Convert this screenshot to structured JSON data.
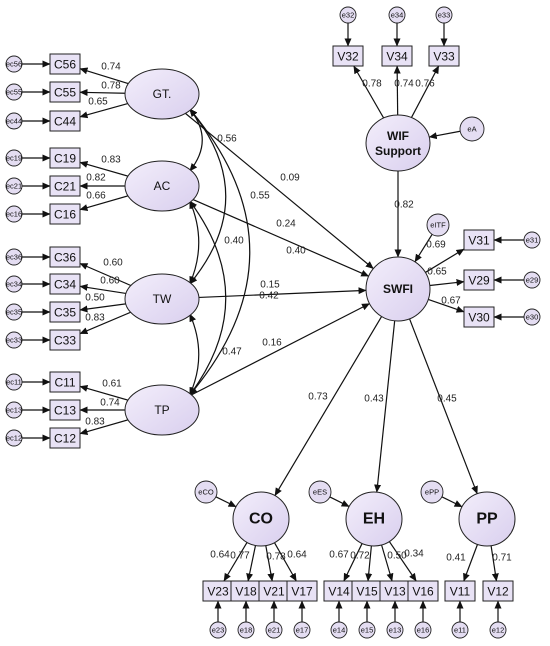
{
  "latents": {
    "GT": "GT.",
    "AC": "AC",
    "TW": "TW",
    "TP": "TP",
    "WIF": [
      "WIF",
      "Support"
    ],
    "SWFI": "SWFI",
    "CO": "CO",
    "EH": "EH",
    "PP": "PP"
  },
  "indicators": {
    "C56": "C56",
    "C55": "C55",
    "C44": "C44",
    "C19": "C19",
    "C21": "C21",
    "C16": "C16",
    "C36": "C36",
    "C34": "C34",
    "C35": "C35",
    "C33": "C33",
    "C11": "C11",
    "C13": "C13",
    "C12": "C12",
    "V32": "V32",
    "V34": "V34",
    "V33": "V33",
    "V31": "V31",
    "V29": "V29",
    "V30": "V30",
    "V23": "V23",
    "V18": "V18",
    "V21": "V21",
    "V17": "V17",
    "V14": "V14",
    "V15": "V15",
    "V13": "V13",
    "V16": "V16",
    "V11": "V11",
    "V12": "V12"
  },
  "errors": {
    "C56": "ec56",
    "C55": "ec55",
    "C44": "ec44",
    "C19": "ec19",
    "C21": "ec21",
    "C16": "ec16",
    "C36": "ec36",
    "C34": "ec34",
    "C35": "ec35",
    "C33": "ec33",
    "C11": "ec11",
    "C13": "ec13",
    "C12": "ec12",
    "V32": "e32",
    "V34": "e34",
    "V33": "e33",
    "V31": "e31",
    "V29": "e29",
    "V30": "e30",
    "V23": "e23",
    "V18": "e18",
    "V21": "e21",
    "V17": "e17",
    "V14": "e14",
    "V15": "e15",
    "V13": "e13",
    "V16": "e16",
    "V11": "e11",
    "V12": "e12",
    "eA": "eA",
    "eITF": "eITF",
    "eCO": "eCO",
    "eES": "eES",
    "ePP": "ePP"
  },
  "loadings": {
    "C56": "0.74",
    "C55": "0.78",
    "C44": "0.65",
    "C19": "0.83",
    "C21": "0.82",
    "C16": "0.66",
    "C36": "0.60",
    "C34": "0.60",
    "C35": "0.50",
    "C33": "0.83",
    "C11": "0.61",
    "C13": "0.74",
    "C12": "0.83",
    "V32": "0.78",
    "V34": "0.74",
    "V33": "0.76",
    "V31": "0.69",
    "V29": "0.65",
    "V30": "0.67",
    "V23": "0.64",
    "V18": "0.77",
    "V21": "0.78",
    "V17": "0.64",
    "V14": "0.67",
    "V15": "0.72",
    "V13": "0.50",
    "V16": "0.34",
    "V11": "0.41",
    "V12": "0.71"
  },
  "paths": {
    "GT_SWFI": "0.09",
    "AC_SWFI": "0.24",
    "TW_SWFI": "0.15",
    "TP_SWFI": "0.16",
    "WIF_SWFI": "0.82",
    "SWFI_CO": "0.73",
    "SWFI_EH": "0.43",
    "SWFI_PP": "0.45"
  },
  "covariances": {
    "GT_AC": "0.56",
    "GT_TW": "0.55",
    "GT_TP": "0.40",
    "AC_TW": "0.40",
    "AC_TP": "0.42",
    "TW_TP": "0.47"
  },
  "colors": {
    "latent_fill": "#e6dff4",
    "swfi_fill": "#f7b8b8",
    "box_fill": "#e8e2f5",
    "line": "#111111"
  }
}
